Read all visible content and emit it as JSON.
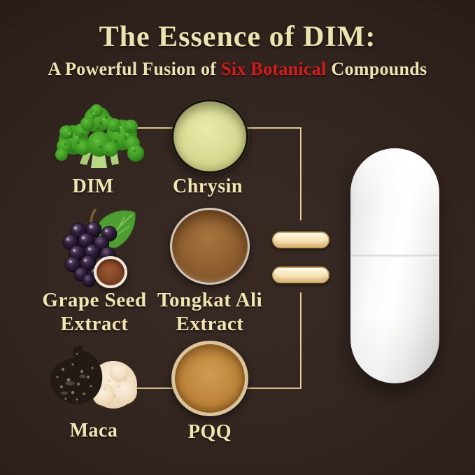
{
  "title": "The Essence of DIM:",
  "subtitle": {
    "prefix": "A Powerful Fusion of ",
    "highlight": "Six Botanical",
    "suffix": " Compounds"
  },
  "ingredients": [
    {
      "name": "dim",
      "label": "DIM",
      "icon": "broccoli-image"
    },
    {
      "name": "chrysin",
      "label": "Chrysin",
      "icon": "chrysin-powder-bowl"
    },
    {
      "name": "grape-seed",
      "label": "Grape Seed\nExtract",
      "icon": "grapes-and-powder-bowl"
    },
    {
      "name": "tongkat-ali",
      "label": "Tongkat Ali\nExtract",
      "icon": "tongkat-powder-bowl"
    },
    {
      "name": "maca",
      "label": "Maca",
      "icon": "maca-root-and-powder"
    },
    {
      "name": "pqq",
      "label": "PQQ",
      "icon": "pqq-powder-jar"
    }
  ],
  "graphics": {
    "capsule": "white-capsule",
    "tablets_count": 2,
    "connectors": [
      "top-row-line",
      "bottom-row-line"
    ]
  },
  "colors": {
    "background": "#33241f",
    "background_corner": "#1d100d",
    "title_cream": "#ece3b0",
    "highlight_red": "#d51c1c",
    "label_cream": "#f0e6b2",
    "connector_gold": "#d9c27a",
    "tablet_cream": "#f7e5b8",
    "capsule_white": "#f7f7f5",
    "chrysin_powder": "#d6da92",
    "tongkat_powder": "#8d5d2e",
    "grapeseed_powder": "#7d4122",
    "pqq_powder": "#bc8238"
  }
}
